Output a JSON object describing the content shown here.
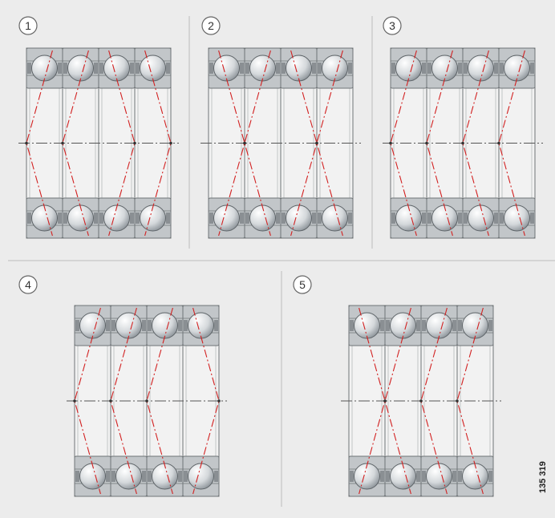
{
  "panels": [
    {
      "number": "1",
      "arrangement": [
        "R",
        "R",
        "L",
        "L"
      ]
    },
    {
      "number": "2",
      "arrangement": [
        "L",
        "R",
        "L",
        "R"
      ]
    },
    {
      "number": "3",
      "arrangement": [
        "R",
        "R",
        "R",
        "R"
      ]
    },
    {
      "number": "4",
      "arrangement": [
        "R",
        "R",
        "R",
        "L"
      ]
    },
    {
      "number": "5",
      "arrangement": [
        "L",
        "R",
        "R",
        "R"
      ]
    }
  ],
  "figure_id": "135 319",
  "colors": {
    "background": "#ececec",
    "divider": "#bdbdbd",
    "ring": "#c2c6c9",
    "ring_stroke": "#6f7477",
    "bore": "#f2f2f2",
    "contact_line": "#d22020",
    "axis_line": "#555555",
    "ball_light": "#ffffff",
    "ball_dark": "#9aa1a6"
  }
}
